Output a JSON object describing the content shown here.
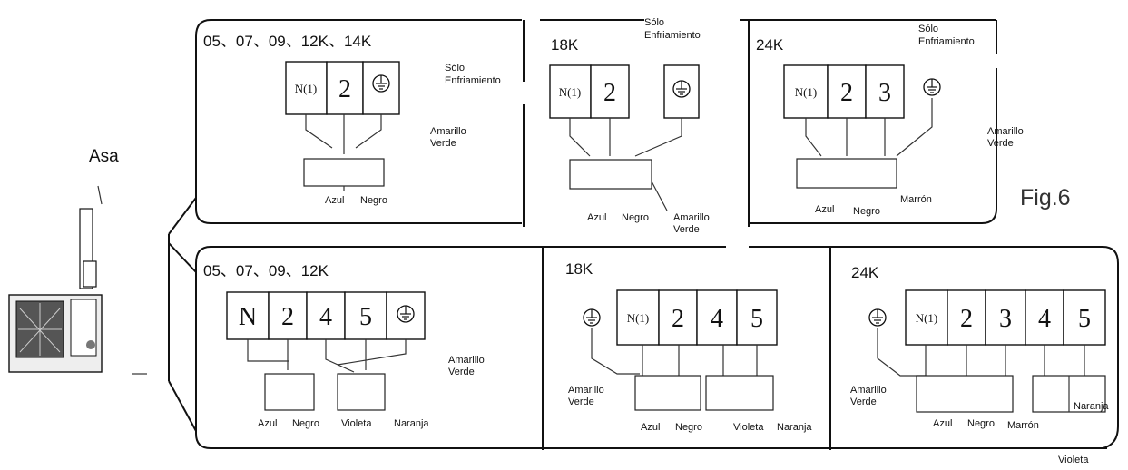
{
  "left": {
    "handle_label": "Asa"
  },
  "fig_label": "Fig.6",
  "top": {
    "p1": {
      "title": "05、07、09、12K、14K",
      "mode": [
        "Sólo",
        "Enfriamiento"
      ],
      "terminals": [
        "N(1)",
        "2"
      ],
      "wires": [
        "Azul",
        "Negro"
      ],
      "ground": [
        "Amarillo",
        "Verde"
      ]
    },
    "p2": {
      "title": "18K",
      "mode": [
        "Sólo",
        "Enfriamiento"
      ],
      "terminals": [
        "N(1)",
        "2"
      ],
      "wires": [
        "Azul",
        "Negro"
      ],
      "ground": [
        "Amarillo",
        "Verde"
      ]
    },
    "p3": {
      "title": "24K",
      "mode": [
        "Sólo",
        "Enfriamiento"
      ],
      "terminals": [
        "N(1)",
        "2",
        "3"
      ],
      "wires": [
        "Azul",
        "Negro",
        "Marrón"
      ],
      "ground": [
        "Amarillo",
        "Verde"
      ]
    }
  },
  "bottom": {
    "p1": {
      "title": "05、07、09、12K",
      "terminals": [
        "N",
        "2",
        "4",
        "5"
      ],
      "wires": [
        "Azul",
        "Negro",
        "Violeta",
        "Naranja"
      ],
      "ground": [
        "Amarillo",
        "Verde"
      ]
    },
    "p2": {
      "title": "18K",
      "terminals": [
        "N(1)",
        "2",
        "4",
        "5"
      ],
      "wires": [
        "Azul",
        "Negro",
        "Violeta",
        "Naranja"
      ],
      "ground": [
        "Amarillo",
        "Verde"
      ]
    },
    "p3": {
      "title": "24K",
      "terminals": [
        "N(1)",
        "2",
        "3",
        "4",
        "5"
      ],
      "wires": [
        "Azul",
        "Negro",
        "Marrón",
        "Naranja",
        "Violeta"
      ],
      "ground": [
        "Amarillo",
        "Verde"
      ]
    }
  }
}
